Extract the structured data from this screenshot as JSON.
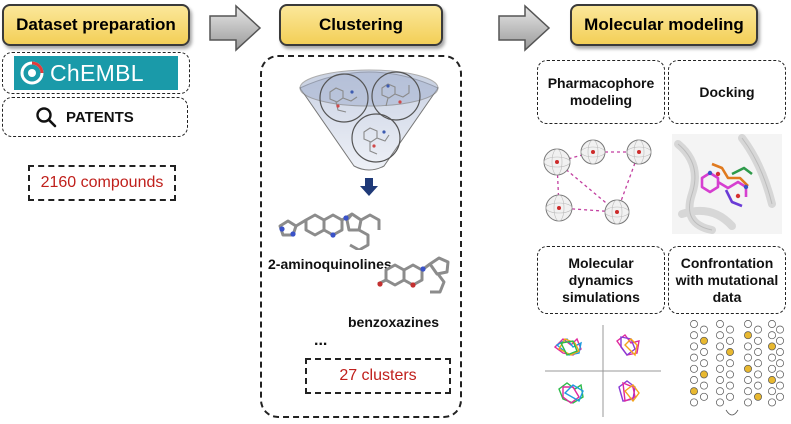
{
  "stages": {
    "dataset": {
      "title": "Dataset preparation",
      "chembl_logo_text": "ChEMBL",
      "patents_label": "PATENTS",
      "count": "2160 compounds"
    },
    "clustering": {
      "title": "Clustering",
      "cluster1_label": "2-aminoquinolines",
      "cluster2_label": "benzoxazines",
      "ellipsis": "...",
      "count": "27 clusters"
    },
    "modeling": {
      "title": "Molecular modeling",
      "pharmacophore": "Pharmacophore modeling",
      "docking": "Docking",
      "md": "Molecular dynamics simulations",
      "mutational": "Confrontation with mutational data"
    }
  },
  "colors": {
    "header_fill": "#f3cf57",
    "count_text": "#c0201c",
    "chembl_teal": "#1a9aa9",
    "funnel_arrow": "#1f3a78"
  },
  "icons": [
    "arrow-right-icon",
    "search-icon",
    "chembl-logo",
    "arrow-down-icon"
  ]
}
